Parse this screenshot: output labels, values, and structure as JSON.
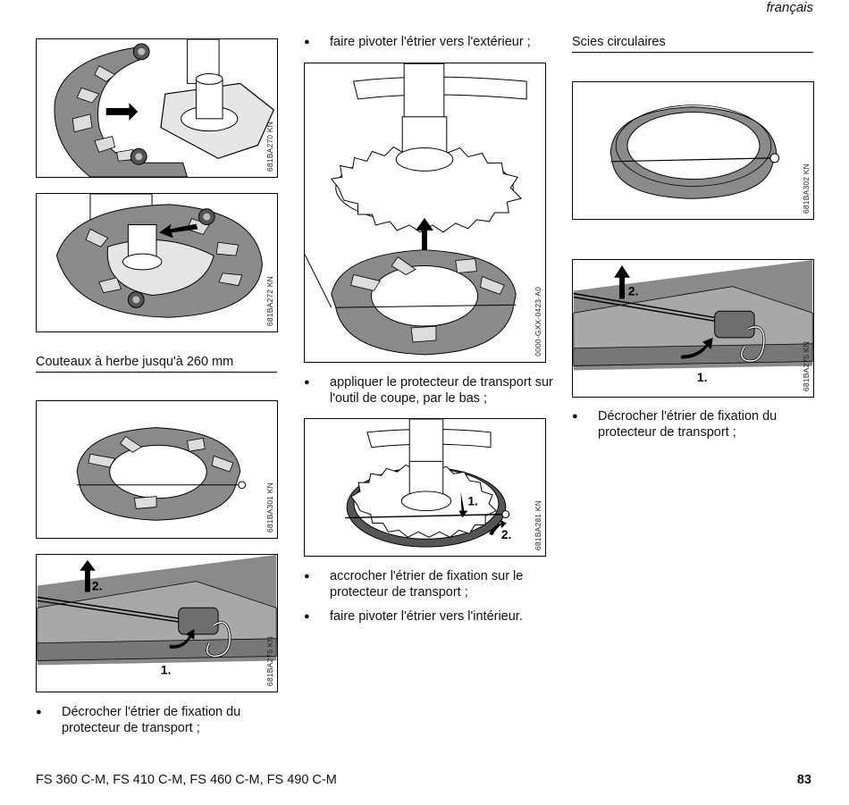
{
  "header": {
    "language": "français"
  },
  "columns": {
    "left": {
      "heading": "Couteaux à herbe jusqu'à 260 mm",
      "figure_codes": [
        "681BA270 KN",
        "681BA272 KN",
        "681BA301 KN",
        "681BA275 KN"
      ],
      "bullets": [
        "Décrocher l'étrier de fixation du protecteur de transport ;"
      ]
    },
    "middle": {
      "figure_codes": [
        "0000-GXX-0423-A0",
        "681BA281 KN"
      ],
      "bullets": [
        "faire pivoter l'étrier vers l'extérieur ;",
        "appliquer le protecteur de transport sur l'outil de coupe, par le bas ;",
        "accrocher l'étrier de fixation sur le protecteur de transport ;",
        "faire pivoter l'étrier vers l'intérieur."
      ]
    },
    "right": {
      "heading": "Scies circulaires",
      "figure_codes": [
        "681BA302 KN",
        "681BA275 KN"
      ],
      "bullets": [
        "Décrocher l'étrier de fixation du protecteur de transport ;"
      ]
    }
  },
  "step_labels": {
    "one": "1.",
    "two": "2."
  },
  "footer": {
    "models": "FS 360 C-M, FS 410 C-M, FS 460 C-M, FS 490 C-M",
    "page_number": "83"
  },
  "bullet_glyph": "●"
}
